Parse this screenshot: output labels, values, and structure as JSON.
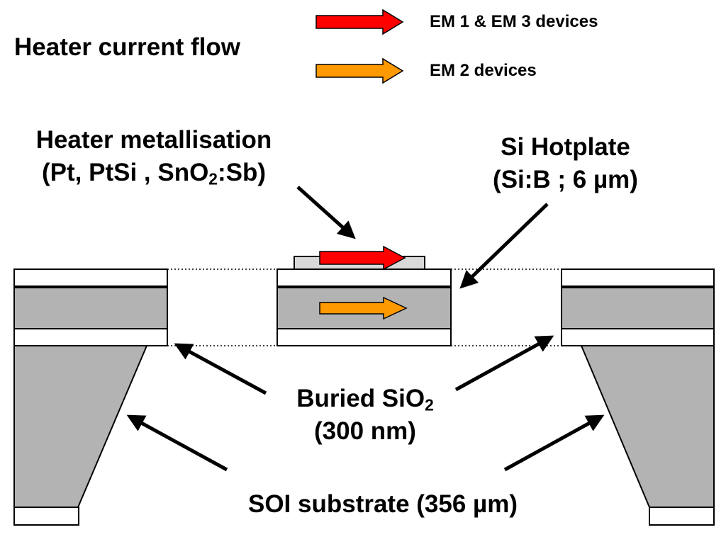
{
  "legend": {
    "title": "Heater current flow",
    "items": [
      {
        "label": "EM 1 & EM 3 devices",
        "color": "#ff0000"
      },
      {
        "label": "EM 2 devices",
        "color": "#ff9900"
      }
    ]
  },
  "labels": {
    "heater": {
      "line1": "Heater metallisation",
      "line2_pre": "(Pt, PtSi , SnO",
      "line2_sub": "2",
      "line2_post": ":Sb)"
    },
    "hotplate": {
      "line1": "Si Hotplate",
      "line2": "(Si:B ; 6 µm)"
    },
    "buried": {
      "line1_pre": "Buried SiO",
      "line1_sub": "2",
      "line2": "(300 nm)"
    },
    "substrate": "SOI substrate (356 µm)"
  },
  "colors": {
    "silicon": "#b3b3b3",
    "oxide": "#ffffff",
    "metal": "#d9d9d9",
    "outline": "#000000"
  }
}
